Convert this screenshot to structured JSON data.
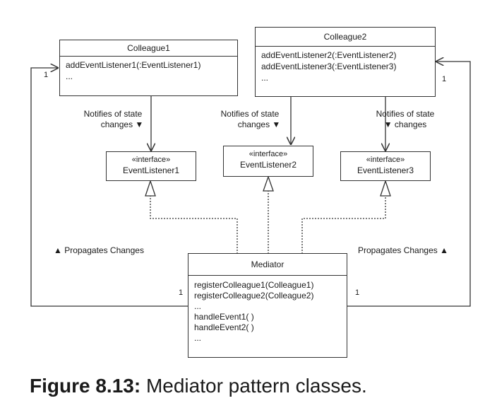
{
  "colleague1": {
    "title": "Colleague1",
    "methods": [
      "addEventListener1(:EventListener1)",
      "..."
    ]
  },
  "colleague2": {
    "title": "Colleague2",
    "methods": [
      "addEventListener2(:EventListener2)",
      "addEventListener3(:EventListener3)",
      "..."
    ]
  },
  "interfaces": [
    {
      "stereotype": "«interface»",
      "name": "EventListener1"
    },
    {
      "stereotype": "«interface»",
      "name": "EventListener2"
    },
    {
      "stereotype": "«interface»",
      "name": "EventListener3"
    }
  ],
  "mediator": {
    "title": "Mediator",
    "methods": [
      "registerColleague1(Colleague1)",
      "registerColleague2(Colleague2)",
      "...",
      "handleEvent1( )",
      "handleEvent2( )",
      "..."
    ]
  },
  "labels": {
    "notifies_1": [
      "Notifies of state",
      "changes ▼"
    ],
    "notifies_2": [
      "Notifies of state",
      "changes ▼"
    ],
    "notifies_3": [
      "Notifies of state",
      "▼ changes"
    ],
    "propagates_left": "▲ Propagates Changes",
    "propagates_right": "Propagates Changes ▲"
  },
  "multiplicities": {
    "colleague1_left": "1",
    "colleague2_right": "1",
    "mediator_left": "1",
    "mediator_right": "1"
  },
  "caption": {
    "bold": "Figure 8.13:",
    "text": " Mediator pattern classes."
  }
}
